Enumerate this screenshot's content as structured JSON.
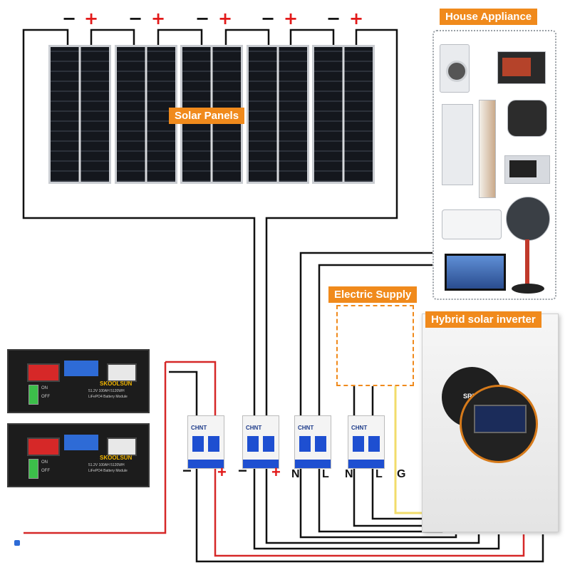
{
  "labels": {
    "solar_panels": "Solar Panels",
    "house_appliance": "House Appliance",
    "electric_supply": "Electric Supply",
    "hybrid_inverter": "Hybrid solar inverter"
  },
  "panel_signs": {
    "minus": "−",
    "plus": "+"
  },
  "terminals": {
    "battery_minus": "−",
    "battery_plus": "+",
    "pv_minus": "−",
    "pv_plus": "+",
    "out_n": "N",
    "out_l": "L",
    "grid_n": "N",
    "grid_l": "L",
    "ground": "G"
  },
  "battery": {
    "brand": "SKOOLSUN",
    "model": "51.2V 100AH 5120WH",
    "type": "LiFePO4 Battery Module",
    "switch_on": "ON",
    "switch_off": "OFF"
  },
  "breaker_brand": "CHNT",
  "inverter_brand": "SRNE",
  "colors": {
    "accent": "#f08a1c",
    "positive_wire": "#d62828",
    "negative_wire": "#111111",
    "ground_wire": "#f2dc6b"
  }
}
